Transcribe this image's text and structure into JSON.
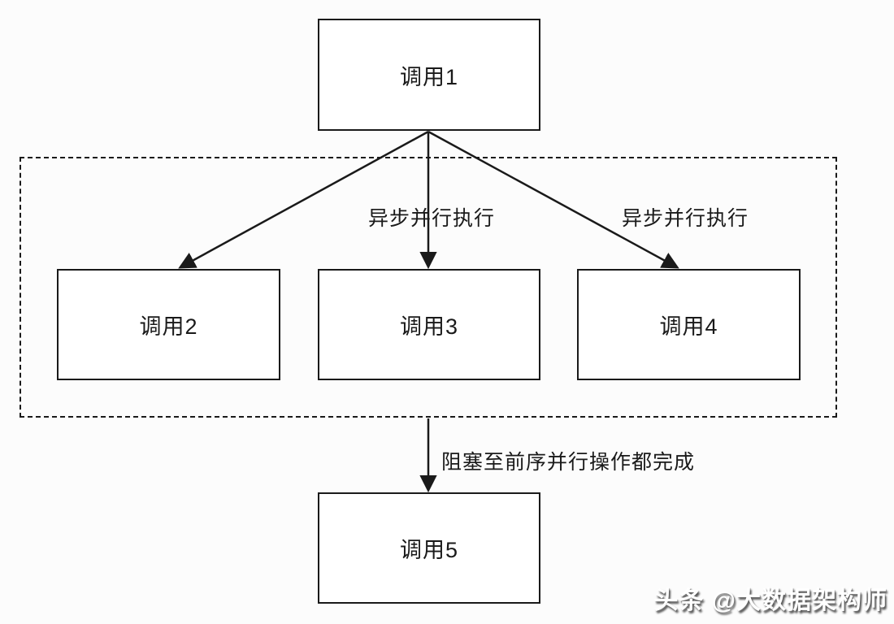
{
  "diagram": {
    "title_hint": "async parallel call flow",
    "nodes": [
      {
        "id": "call1",
        "label": "调用1"
      },
      {
        "id": "call2",
        "label": "调用2"
      },
      {
        "id": "call3",
        "label": "调用3"
      },
      {
        "id": "call4",
        "label": "调用4"
      },
      {
        "id": "call5",
        "label": "调用5"
      }
    ],
    "edge_labels": [
      {
        "id": "async-mid",
        "text": "异步并行执行"
      },
      {
        "id": "async-right",
        "text": "异步并行执行"
      },
      {
        "id": "block",
        "text": "阻塞至前序并行操作都完成"
      }
    ],
    "colors": {
      "line": "#1a1a1a",
      "background": "#fcfcfc",
      "box_fill": "#ffffff"
    }
  },
  "watermark": {
    "text": "头条 @大数据架构师"
  }
}
